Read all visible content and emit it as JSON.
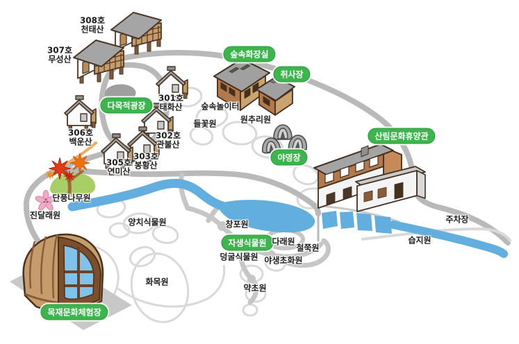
{
  "badges": [
    {
      "label": "숲속화장실"
    },
    {
      "label": "취사장"
    },
    {
      "label": "다목적광장"
    },
    {
      "label": "야영장"
    },
    {
      "label": "산림문화휴양관"
    },
    {
      "label": "자생식물원"
    },
    {
      "label": "목재문화체험장"
    }
  ],
  "cabins": [
    {
      "no": "308호",
      "name": "천태산"
    },
    {
      "no": "307호",
      "name": "무성산"
    },
    {
      "no": "306호",
      "name": "백운산"
    },
    {
      "no": "305호",
      "name": "연미산"
    },
    {
      "no": "303호",
      "name": "봉황산"
    },
    {
      "no": "302호",
      "name": "관불산"
    },
    {
      "no": "301호",
      "name": "태화산"
    }
  ],
  "areas": [
    {
      "label": "숲속놀이터"
    },
    {
      "label": "들꽃원"
    },
    {
      "label": "원추리원"
    },
    {
      "label": "단풍나무원"
    },
    {
      "label": "진달래원"
    },
    {
      "label": "양치식물원"
    },
    {
      "label": "창포원"
    },
    {
      "label": "다래원"
    },
    {
      "label": "철쭉원"
    },
    {
      "label": "덩굴식물원"
    },
    {
      "label": "야생초화원"
    },
    {
      "label": "약초원"
    },
    {
      "label": "화목원"
    },
    {
      "label": "주차장"
    },
    {
      "label": "습지원"
    }
  ],
  "colors": {
    "badge_green": "#3cb64c",
    "road_gray": "#b9b9b9",
    "garden_outline_gray": "#d9d9d9",
    "river_blue": "#62aede",
    "trail_orange": "#f2a960",
    "mound_green": "#a8cf66",
    "roof_gray": "#a2a2a2",
    "wall_brown": "#b3794a",
    "deck_brown": "#c59c6b",
    "window_blue": "#7fc3ea"
  }
}
